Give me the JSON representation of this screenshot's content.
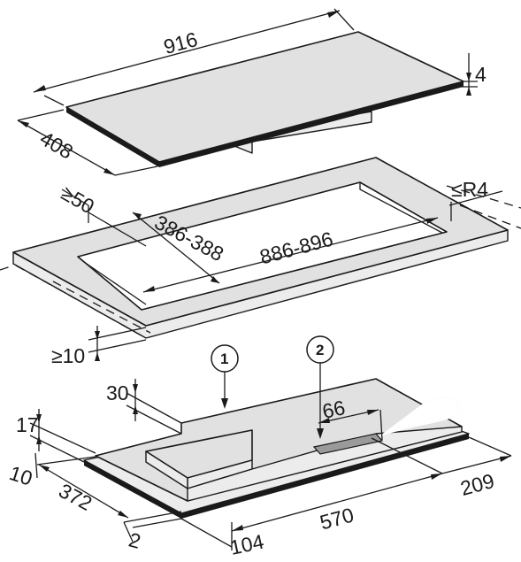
{
  "labels": {
    "width_916": "916",
    "depth_408": "408",
    "thickness_4": "4",
    "min_50": "≥50",
    "radius_r4": "≤R4",
    "cut_386_388": "386-388",
    "cut_886_896": "886-896",
    "min_10": "≥10",
    "callout_1": "1",
    "callout_2": "2",
    "dim_30": "30",
    "dim_66": "66",
    "dim_17": "17",
    "dim_10": "10",
    "dim_372": "372",
    "dim_570": "570",
    "dim_209": "209",
    "dim_2": "2",
    "dim_104": "104"
  },
  "colors": {
    "line": "#1a1a1a",
    "surface": "#e1e1e1",
    "background": "#ffffff"
  }
}
